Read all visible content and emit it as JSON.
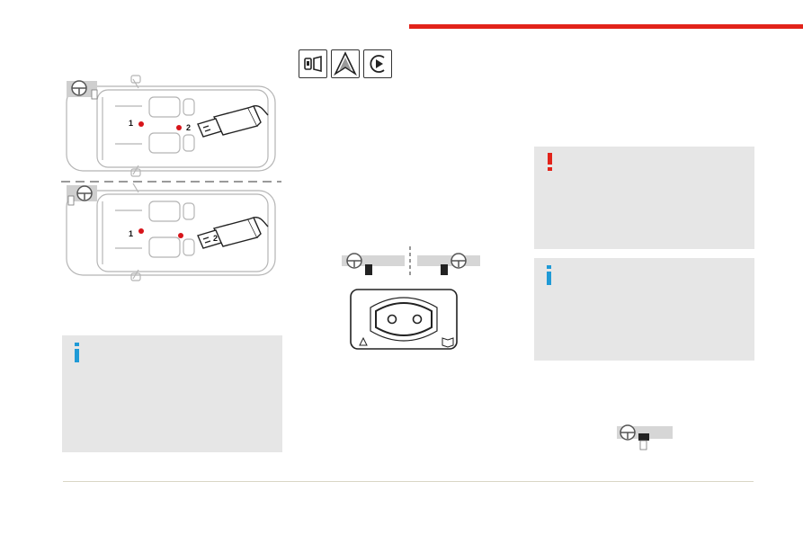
{
  "top_bar": {
    "accent_color": "#e2231a"
  },
  "left_figure": {
    "upper_callouts": {
      "label_1": "1",
      "label_2": "2"
    },
    "lower_callouts": {
      "label_1": "1",
      "label_2": "2"
    },
    "dot_color": "#d7141a"
  },
  "mode_icons": [
    "phone-mirror-icon",
    "navigation-arrow-icon",
    "media-play-icon"
  ],
  "boxes": {
    "left_info": {
      "icon": "info-icon",
      "icon_color": "#1f9ad6"
    },
    "warning": {
      "icon": "warning-exclamation-icon",
      "icon_color": "#e2231a"
    },
    "right_info": {
      "icon": "info-icon",
      "icon_color": "#1f9ad6"
    }
  }
}
